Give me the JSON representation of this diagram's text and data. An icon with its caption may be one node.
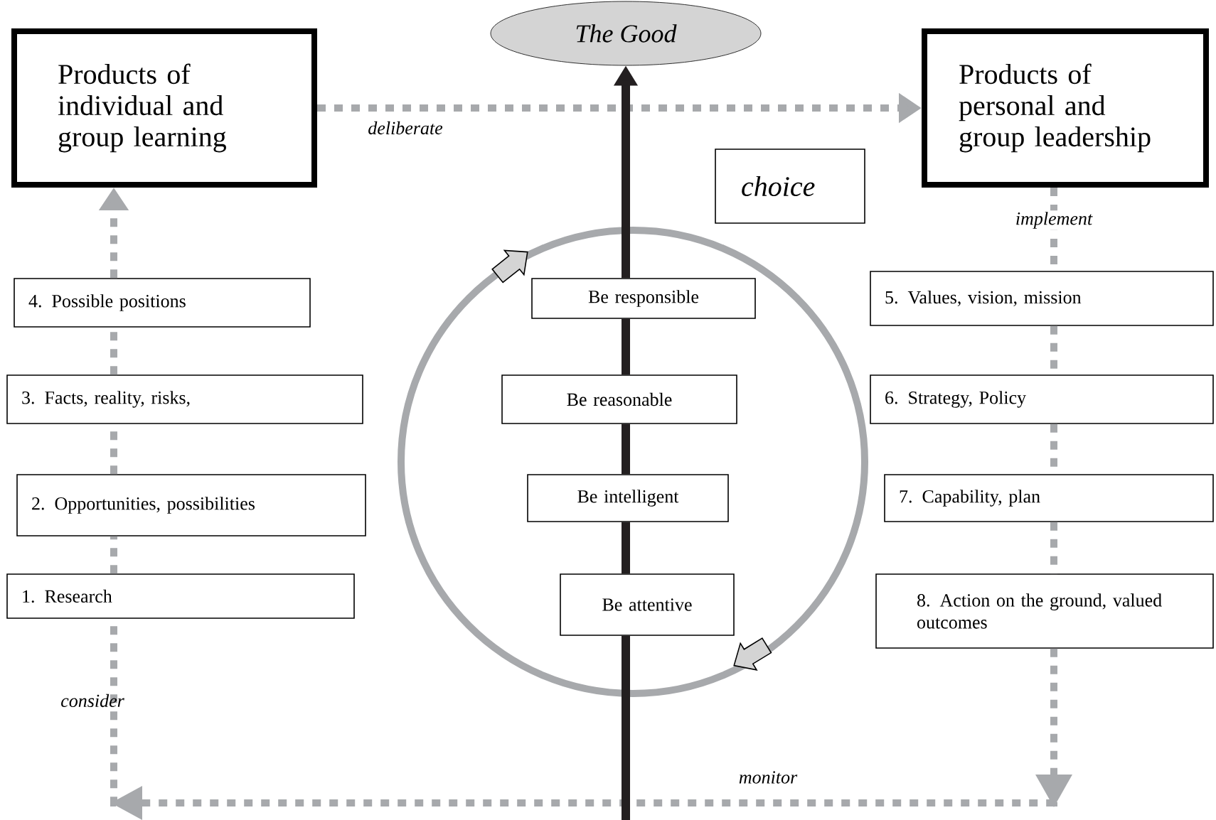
{
  "diagram": {
    "nodes": [
      {
        "text": [
          "Products of individual and group learning"
        ]
      },
      {
        "text": [
          "The Good"
        ]
      },
      {
        "text": [
          "Products of personal and group leadership"
        ]
      },
      {
        "text": [
          "choice"
        ]
      },
      {
        "text": [
          "4.  Possible positions"
        ]
      },
      {
        "text": [
          "3.  Facts, reality, risks,"
        ]
      },
      {
        "text": [
          "2.  Opportunities, possibilities"
        ]
      },
      {
        "text": [
          "1.  Research"
        ]
      },
      {
        "text": [
          "Be responsible"
        ]
      },
      {
        "text": [
          "Be reasonable"
        ]
      },
      {
        "text": [
          "Be intelligent"
        ]
      },
      {
        "text": [
          "Be attentive"
        ]
      },
      {
        "text": [
          "5. Values, vision, mission"
        ]
      },
      {
        "text": [
          "6.  Strategy, Policy"
        ]
      },
      {
        "text": [
          "7.  Capability, plan"
        ]
      },
      {
        "text": [
          "8.  Action on the ground, valued outcomes"
        ]
      }
    ],
    "edges": [
      {
        "from": 0,
        "to": 2,
        "arrow": "to",
        "label": "deliberate",
        "style": "dashed"
      },
      {
        "from": 2,
        "to": 12,
        "arrow": "none",
        "label": "implement",
        "style": "dashed"
      },
      {
        "from": 12,
        "to": 13,
        "arrow": "none",
        "style": "dashed"
      },
      {
        "from": 13,
        "to": 14,
        "arrow": "none",
        "style": "dashed"
      },
      {
        "from": 14,
        "to": 15,
        "arrow": "none",
        "style": "dashed"
      },
      {
        "from": 15,
        "to": 7,
        "arrow": "to",
        "label": "monitor",
        "style": "dashed"
      },
      {
        "from": 7,
        "to": 6,
        "arrow": "none",
        "style": "dashed"
      },
      {
        "from": 6,
        "to": 5,
        "arrow": "none",
        "style": "dashed"
      },
      {
        "from": 5,
        "to": 4,
        "arrow": "none",
        "style": "dashed"
      },
      {
        "from": 4,
        "to": 0,
        "arrow": "to",
        "style": "dashed"
      },
      {
        "from": null,
        "to": 11,
        "arrow": "none",
        "color": "#231f20"
      },
      {
        "from": 11,
        "to": 10,
        "arrow": "none",
        "color": "#231f20"
      },
      {
        "from": 10,
        "to": 9,
        "arrow": "none",
        "color": "#231f20"
      },
      {
        "from": 9,
        "to": 8,
        "arrow": "none",
        "color": "#231f20"
      },
      {
        "from": 8,
        "to": 1,
        "arrow": "to",
        "color": "#231f20"
      }
    ],
    "labels": [
      "consider"
    ]
  }
}
